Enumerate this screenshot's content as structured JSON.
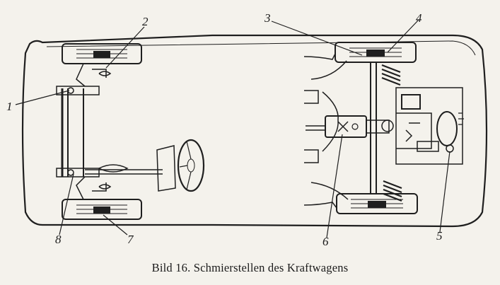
{
  "caption": "Bild 16. Schmierstellen des Kraftwagens",
  "callouts": [
    {
      "id": "1",
      "label": "1"
    },
    {
      "id": "2",
      "label": "2"
    },
    {
      "id": "3",
      "label": "3"
    },
    {
      "id": "4",
      "label": "4"
    },
    {
      "id": "5",
      "label": "5"
    },
    {
      "id": "6",
      "label": "6"
    },
    {
      "id": "7",
      "label": "7"
    },
    {
      "id": "8",
      "label": "8"
    }
  ],
  "colors": {
    "ink": "#1f1f1f",
    "paper": "#f4f2ec"
  }
}
